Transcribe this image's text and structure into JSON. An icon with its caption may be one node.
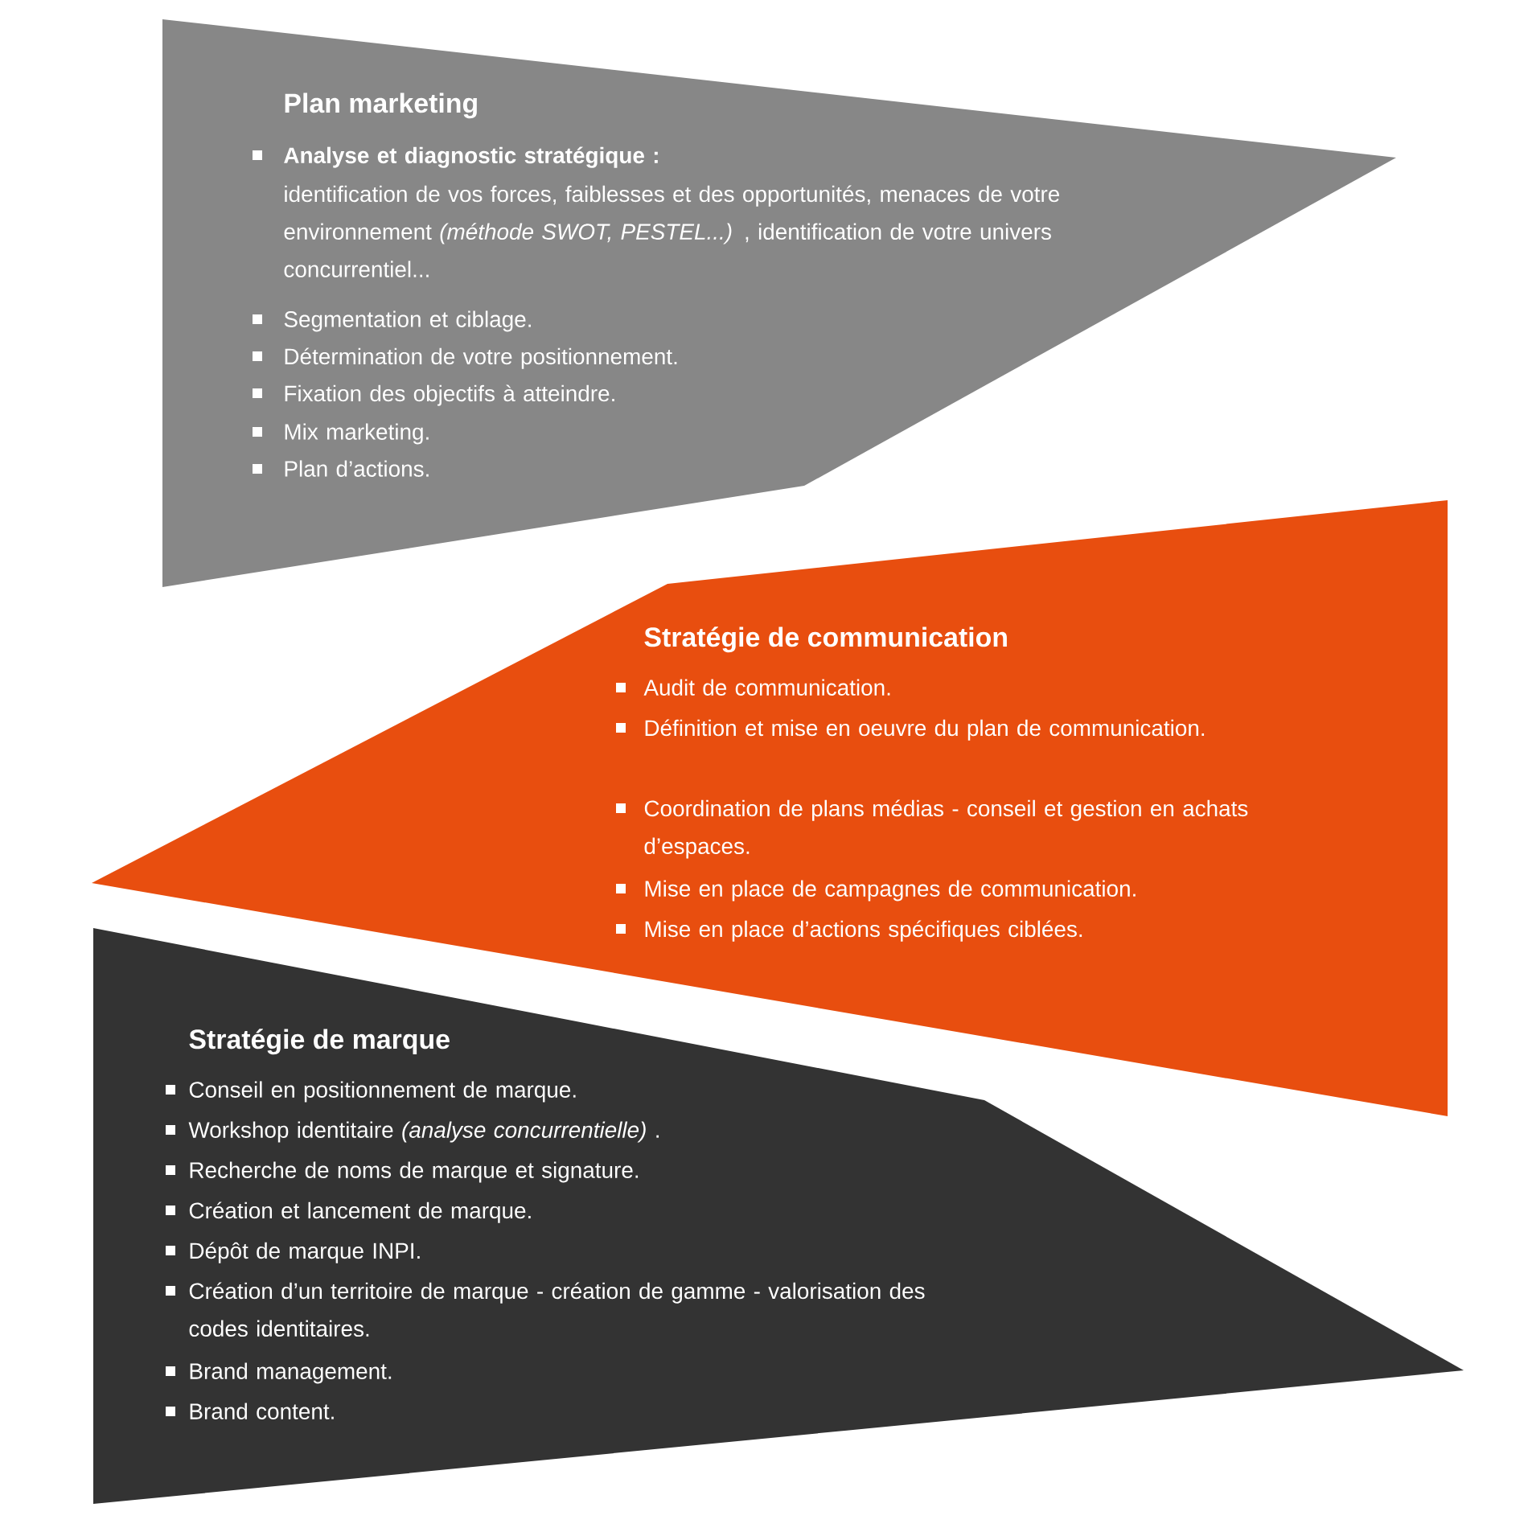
{
  "diagram": {
    "nodes": [
      {
        "text": [
          "Plan marketing",
          "Analyse et diagnostic stratégique :",
          "identification de vos forces, faiblesses et des opportunités, menaces de votre environnement *(méthode SWOT, PESTEL...)* , identification de votre univers concurrentiel...",
          "Segmentation et ciblage.",
          "Détermination de votre positionnement.",
          "Fixation des objectifs à atteindre.",
          "Mix marketing.",
          "Plan d’actions."
        ]
      },
      {
        "text": [
          "Stratégie de communication",
          "Audit de communication.",
          "Définition et mise en oeuvre du plan de communication.",
          "Coordination de plans médias - conseil et gestion en achats d’espaces.",
          "Mise en place de campagnes de communication.",
          "Mise en place d’actions spécifiques ciblées."
        ]
      },
      {
        "text": [
          "Stratégie de marque",
          "Conseil en positionnement de marque.",
          "Workshop identitaire *(analyse concurrentielle)* .",
          "Recherche de noms de marque et signature.",
          "Création et lancement de marque.",
          "Dépôt de marque INPI.",
          "Création d’un territoire de marque - création de gamme - valorisation des codes identitaires.",
          "Brand management.",
          "Brand content."
        ]
      }
    ]
  }
}
